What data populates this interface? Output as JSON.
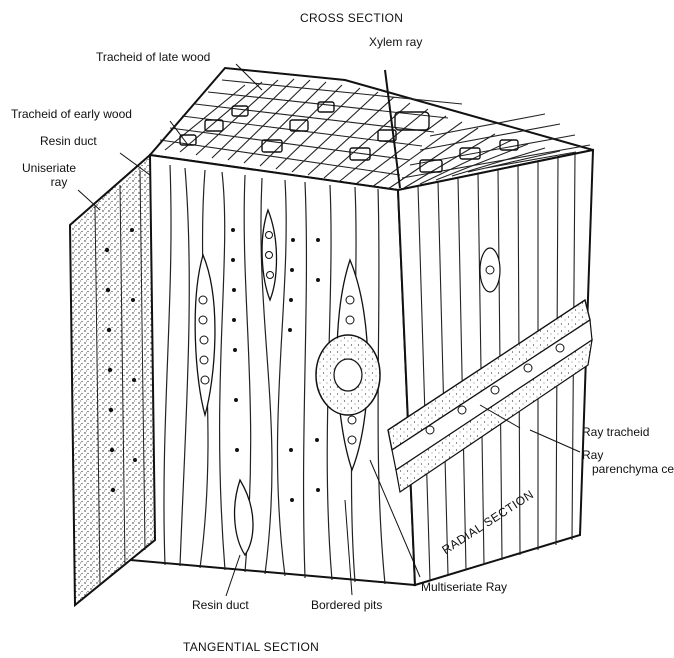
{
  "labels": {
    "cross_section": "CROSS SECTION",
    "xylem_ray": "Xylem ray",
    "tracheid_late_wood": "Tracheid of late wood",
    "tracheid_early_wood": "Tracheid of early wood",
    "resin_duct_top": "Resin duct",
    "uniseriate_ray_line1": "Uniseriate",
    "uniseriate_ray_line2": "ray",
    "ray_tracheid": "Ray tracheid",
    "ray_parenchyma_line1": "Ray",
    "ray_parenchyma_line2": "parenchyma cell",
    "radial_section": "RADIAL SECTION",
    "multiseriate_ray": "Multiseriate Ray",
    "resin_duct_bottom": "Resin duct",
    "bordered_pits": "Bordered pits",
    "tangential_section": "TANGENTIAL SECTION"
  }
}
